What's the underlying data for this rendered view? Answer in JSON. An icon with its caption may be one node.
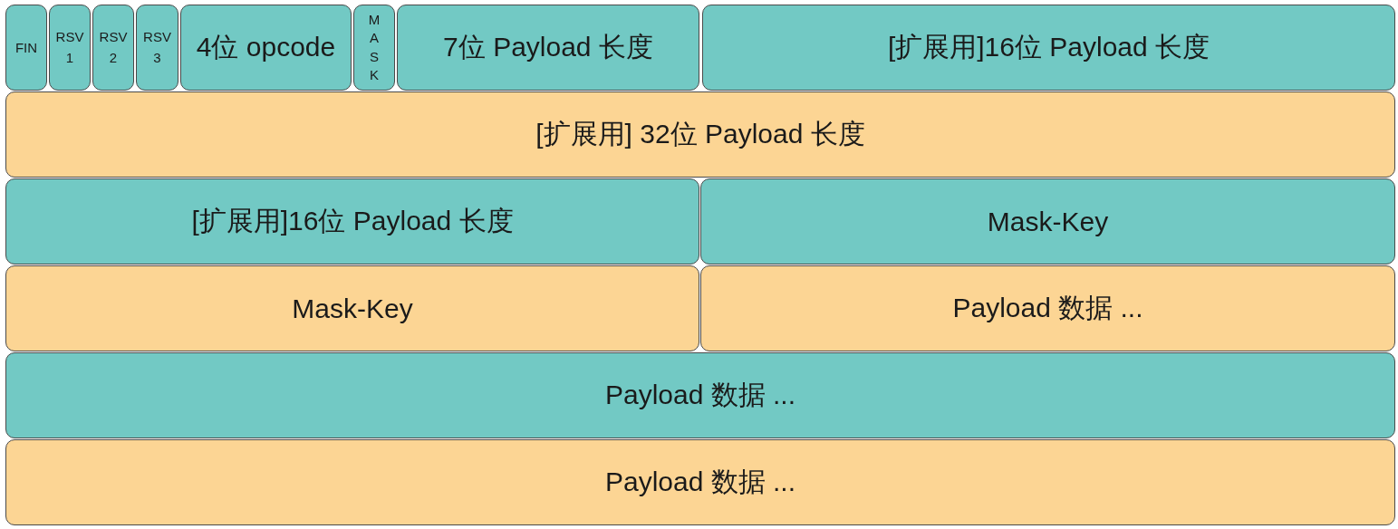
{
  "diagram": {
    "nodes": [
      {
        "text": [
          "FIN"
        ]
      },
      {
        "text": [
          "RSV 1"
        ]
      },
      {
        "text": [
          "RSV 2"
        ]
      },
      {
        "text": [
          "RSV 3"
        ]
      },
      {
        "text": [
          "4位 opcode"
        ]
      },
      {
        "text": [
          "MASK"
        ]
      },
      {
        "text": [
          "7位 Payload 长度"
        ]
      },
      {
        "text": [
          "[扩展用]16位 Payload 长度"
        ]
      },
      {
        "text": [
          "[扩展用] 32位 Payload 长度"
        ]
      },
      {
        "text": [
          "[扩展用]16位 Payload 长度"
        ]
      },
      {
        "text": [
          "Mask-Key"
        ]
      },
      {
        "text": [
          "Mask-Key"
        ]
      },
      {
        "text": [
          "Payload 数据 ..."
        ]
      },
      {
        "text": [
          "Payload 数据 ..."
        ]
      },
      {
        "text": [
          "Payload 数据 ..."
        ]
      }
    ],
    "edges": []
  }
}
